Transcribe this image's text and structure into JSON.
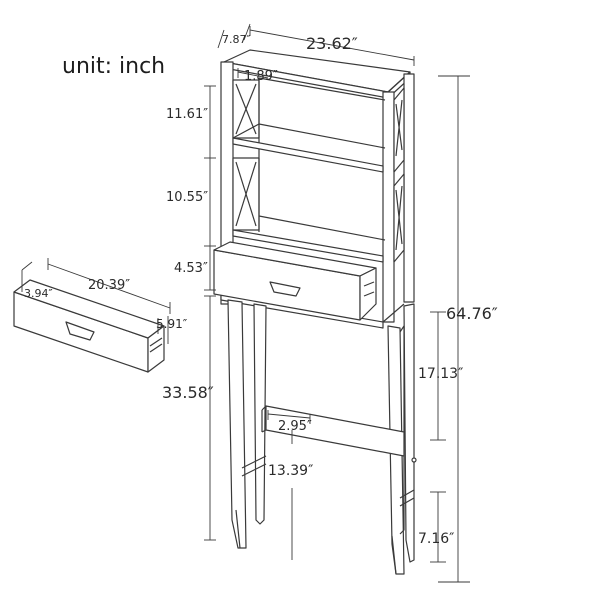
{
  "unit_label": "unit: inch",
  "dimensions": {
    "depth": "7.87″",
    "width": "23.62″",
    "shelf_inset": "1.89″",
    "upper_shelf_gap": "11.61″",
    "middle_shelf_gap": "10.55″",
    "drawer_front_height": "4.53″",
    "total_height": "64.76″",
    "leg_height": "33.58″",
    "side_panel_height": "17.13″",
    "crossbar_width": "2.95″",
    "crossbar_height": "13.39″",
    "foot_height": "7.16″",
    "drawer_length": "20.39″",
    "drawer_depth": "3.94″",
    "drawer_box_height": "5.91″"
  },
  "colors": {
    "line": "#3a3a3a",
    "text": "#2b2b2b",
    "background": "#ffffff"
  }
}
